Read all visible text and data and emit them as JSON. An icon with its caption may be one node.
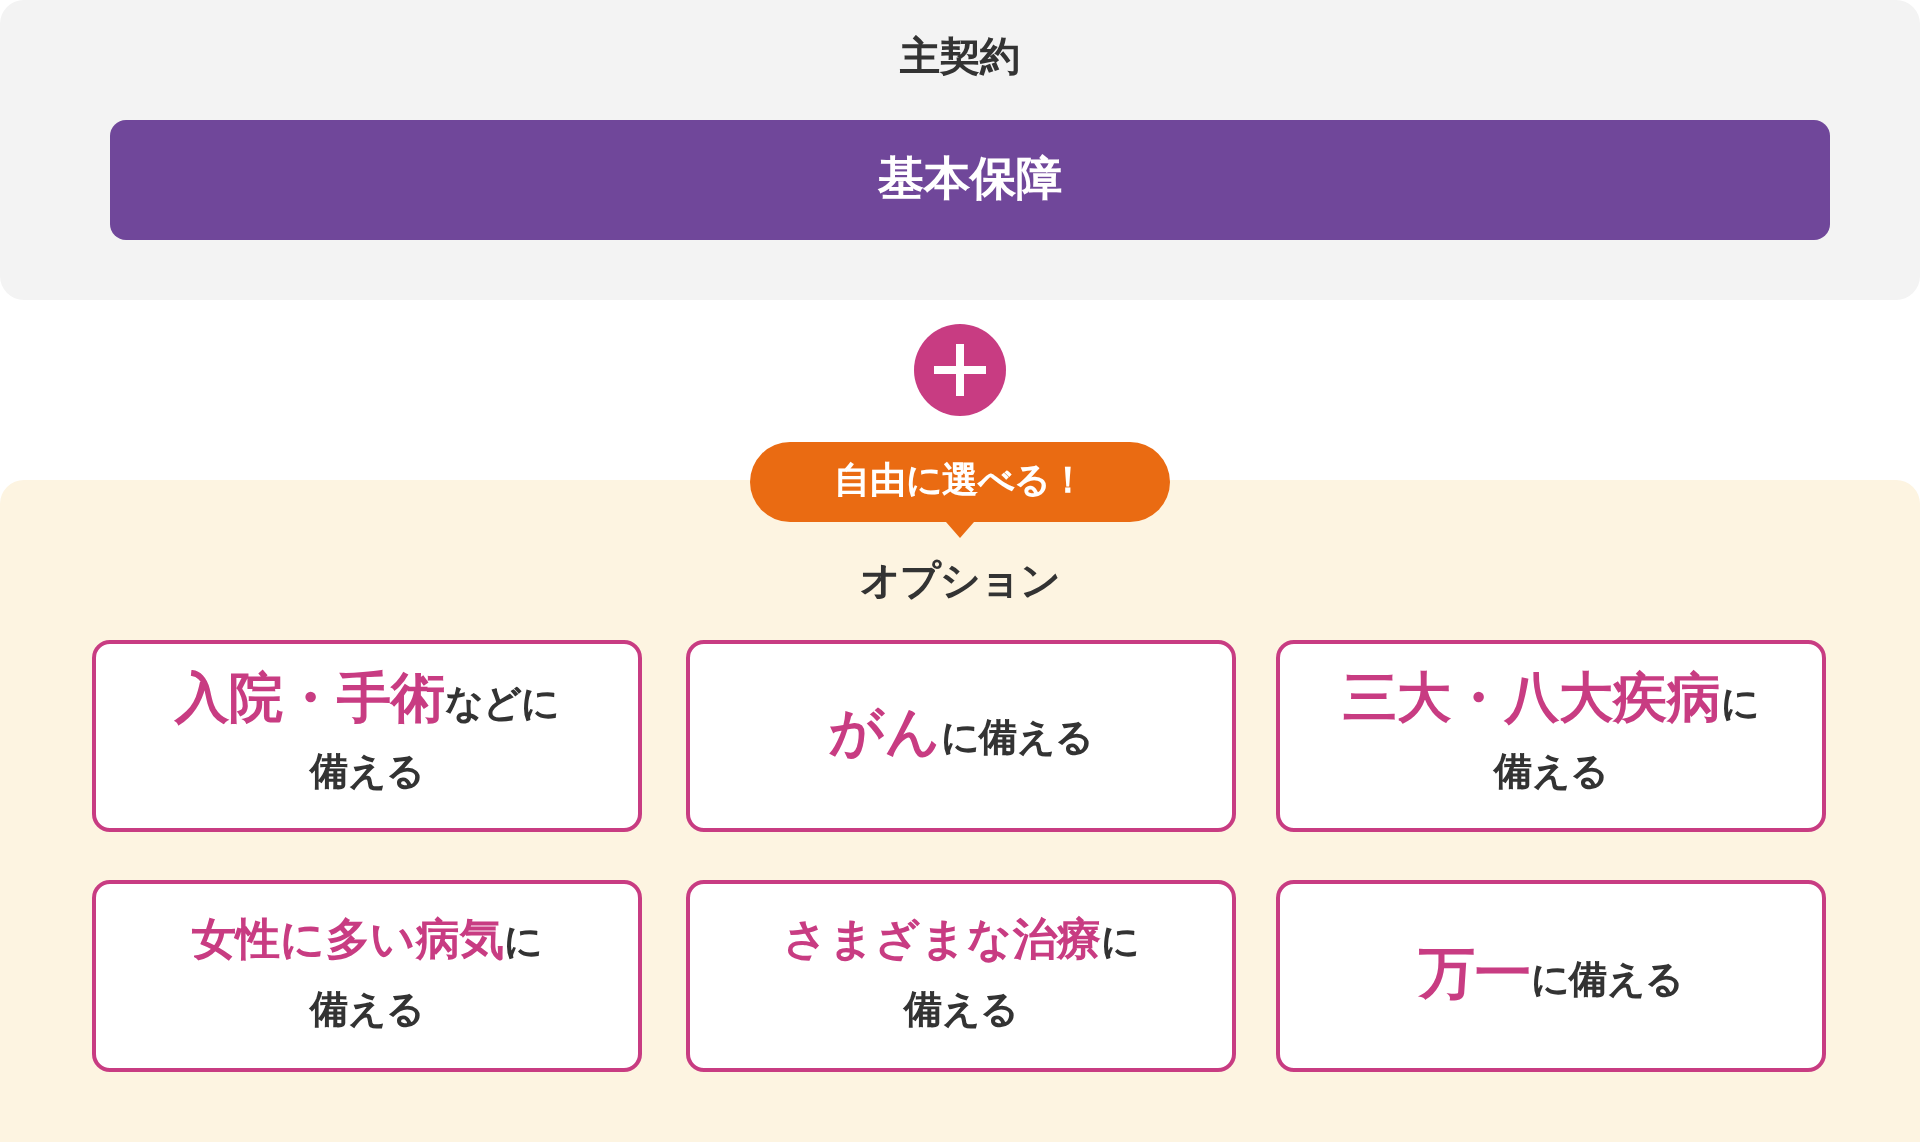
{
  "diagram": {
    "nodes": [
      {
        "text": [
          "主契約"
        ]
      },
      {
        "text": [
          "基本保障"
        ],
        "in": 0
      },
      {
        "text": [
          "自由に選べる！"
        ]
      },
      {
        "text": [
          "オプション"
        ]
      },
      {
        "text": [
          "**入院・手術**などに備える"
        ],
        "in": 3
      },
      {
        "text": [
          "**がん**に備える"
        ],
        "in": 3
      },
      {
        "text": [
          "**三大・八大疾病**に備える"
        ],
        "in": 3
      },
      {
        "text": [
          "**女性に多い病気**に備える"
        ],
        "in": 3
      },
      {
        "text": [
          "**さまざまな治療**に備える"
        ],
        "in": 3
      },
      {
        "text": [
          "**万一**に備える"
        ],
        "in": 3
      }
    ]
  }
}
